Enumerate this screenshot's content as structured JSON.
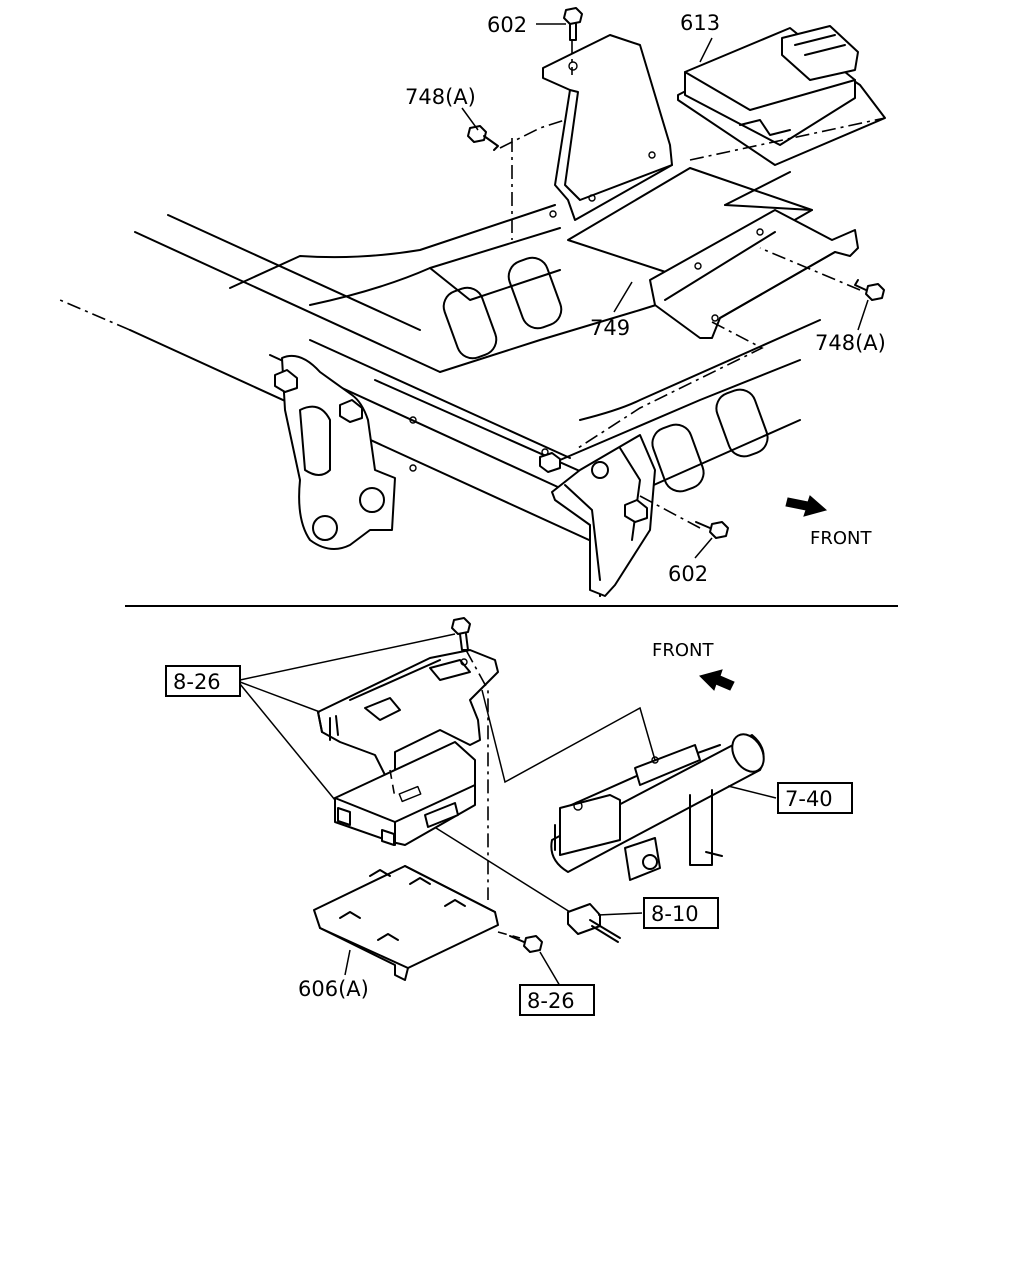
{
  "top_section": {
    "label_602_top": "602",
    "label_613": "613",
    "label_748a_left": "748(A)",
    "label_749": "749",
    "label_748a_right": "748(A)",
    "label_602_bottom": "602",
    "front_label": "FRONT"
  },
  "bottom_section": {
    "front_label": "FRONT",
    "ref_8_26_top": "8-26",
    "ref_7_40": "7-40",
    "ref_8_10": "8-10",
    "label_606a": "606(A)",
    "ref_8_26_bottom": "8-26"
  }
}
